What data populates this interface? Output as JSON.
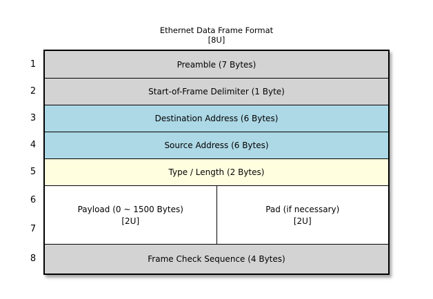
{
  "title": "Ethernet Data Frame Format",
  "subtitle": "[8U]",
  "colors": {
    "row_gray": "#d3d3d3",
    "row_blue": "#add8e6",
    "row_yellow": "#ffffe0",
    "row_white": "#ffffff",
    "border": "#000000",
    "background": "#ffffff"
  },
  "frame": {
    "rows": [
      {
        "num": "1",
        "label": "Preamble (7 Bytes)",
        "color": "#d3d3d3"
      },
      {
        "num": "2",
        "label": "Start-of-Frame Delimiter (1 Byte)",
        "color": "#d3d3d3"
      },
      {
        "num": "3",
        "label": "Destination Address (6 Bytes)",
        "color": "#add8e6"
      },
      {
        "num": "4",
        "label": "Source Address (6 Bytes)",
        "color": "#add8e6"
      },
      {
        "num": "5",
        "label": "Type / Length (2 Bytes)",
        "color": "#ffffe0"
      }
    ],
    "payload_row": {
      "num_top": "6",
      "num_bottom": "7",
      "color": "#ffffff",
      "cells": [
        {
          "line1": "Payload (0 ~ 1500 Bytes)",
          "line2": "[2U]"
        },
        {
          "line1": "Pad (if necessary)",
          "line2": "[2U]"
        }
      ]
    },
    "fcs_row": {
      "num": "8",
      "label": "Frame Check Sequence (4 Bytes)",
      "color": "#d3d3d3"
    }
  }
}
